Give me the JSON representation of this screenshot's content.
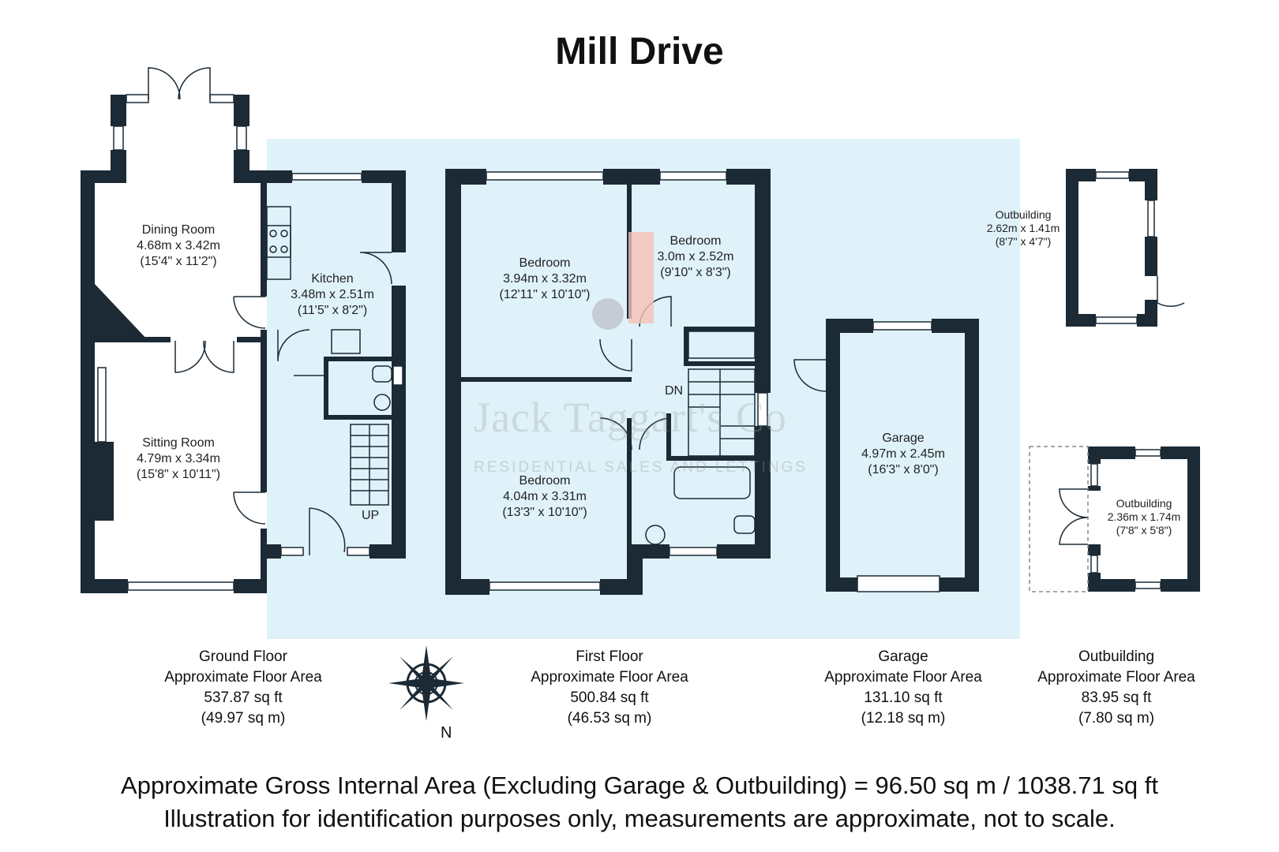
{
  "title": "Mill Drive",
  "colors": {
    "wall": "#1b2a35",
    "highlight": "#dff2fa",
    "stair_marker": "#f6c0b8"
  },
  "rooms": [
    {
      "name": "Dining Room",
      "dims": "4.68m x 3.42m",
      "imperial": "(15'4\" x 11'2\")"
    },
    {
      "name": "Kitchen",
      "dims": "3.48m x 2.51m",
      "imperial": "(11'5\" x 8'2\")"
    },
    {
      "name": "Sitting Room",
      "dims": "4.79m x 3.34m",
      "imperial": "(15'8\" x 10'11\")"
    },
    {
      "name": "Bedroom",
      "dims": "3.94m x 3.32m",
      "imperial": "(12'11\" x 10'10\")"
    },
    {
      "name": "Bedroom",
      "dims": "3.0m x 2.52m",
      "imperial": "(9'10\" x 8'3\")"
    },
    {
      "name": "Bedroom",
      "dims": "4.04m x 3.31m",
      "imperial": "(13'3\" x 10'10\")"
    },
    {
      "name": "Garage",
      "dims": "4.97m x 2.45m",
      "imperial": "(16'3\" x 8'0\")"
    },
    {
      "name": "Outbuilding",
      "dims": "2.62m x 1.41m",
      "imperial": "(8'7\" x 4'7\")"
    },
    {
      "name": "Outbuilding",
      "dims": "2.36m x 1.74m",
      "imperial": "(7'8\" x 5'8\")"
    }
  ],
  "stair_labels": {
    "up": "UP",
    "down": "DN"
  },
  "floors": [
    {
      "name": "Ground Floor",
      "label": "Approximate Floor Area",
      "sqft": "537.87 sq ft",
      "sqm": "(49.97 sq m)"
    },
    {
      "name": "First Floor",
      "label": "Approximate Floor Area",
      "sqft": "500.84 sq ft",
      "sqm": "(46.53 sq m)"
    },
    {
      "name": "Garage",
      "label": "Approximate Floor Area",
      "sqft": "131.10 sq ft",
      "sqm": "(12.18 sq m)"
    },
    {
      "name": "Outbuilding",
      "label": "Approximate Floor Area",
      "sqft": "83.95 sq ft",
      "sqm": "(7.80 sq m)"
    }
  ],
  "compass": {
    "north": "N",
    "icon": "compass-rose-icon"
  },
  "watermark": {
    "brand": "Jack Taggart's Co",
    "tagline": "RESIDENTIAL SALES AND LETTINGS"
  },
  "footer": {
    "line1": "Approximate Gross Internal Area (Excluding Garage & Outbuilding) = 96.50 sq m / 1038.71 sq ft",
    "line2": "Illustration for identification purposes only, measurements are approximate, not to scale."
  }
}
